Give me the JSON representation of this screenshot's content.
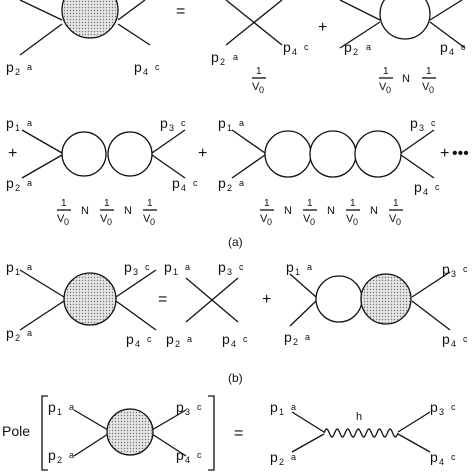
{
  "leg_labels": {
    "p1": "p",
    "p1_idx": "1",
    "p1_col": "a",
    "p2": "p",
    "p2_idx": "2",
    "p2_col": "a",
    "p3": "p",
    "p3_idx": "3",
    "p3_col": "c",
    "p4": "p",
    "p4_idx": "4",
    "p4_col": "c"
  },
  "operators": {
    "equals": "=",
    "plus": "+",
    "ellipsis": "•••"
  },
  "factors": {
    "numerator": "1",
    "denominator": "V",
    "denominator_sub": "0",
    "n": "N"
  },
  "captions": {
    "a": "(a)",
    "b": "(b)"
  },
  "pole": {
    "word": "Pole",
    "propagator": "h"
  },
  "colors": {
    "ink": "#111111",
    "blob_fill": "dotted-grey"
  }
}
